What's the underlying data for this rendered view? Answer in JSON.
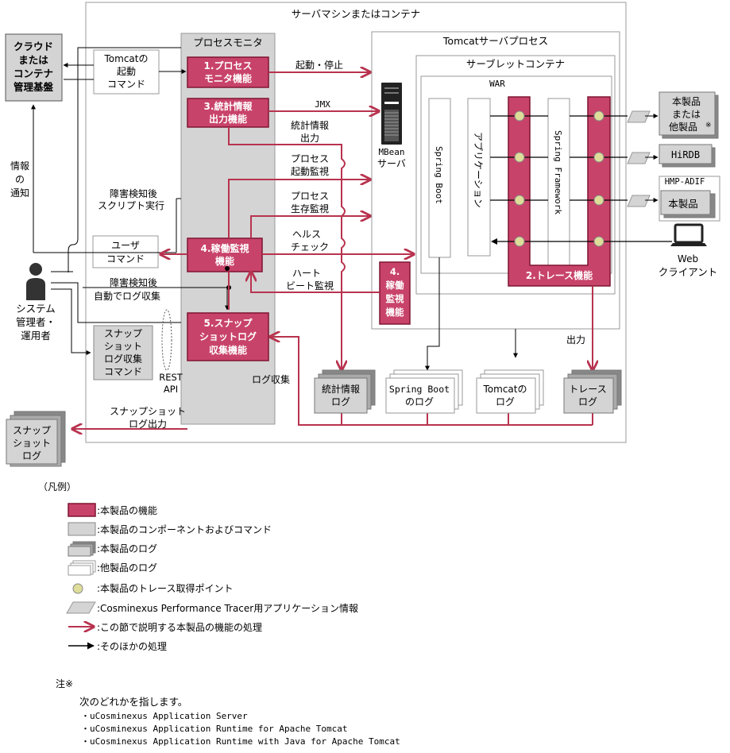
{
  "labels": {
    "server_machine": "サーバマシンまたはコンテナ",
    "cloud_l1": "クラウド",
    "cloud_l2": "または",
    "cloud_l3": "コンテナ",
    "cloud_l4": "管理基盤",
    "tomcat_start_l1": "Tomcatの",
    "tomcat_start_l2": "起動",
    "tomcat_start_l3": "コマンド",
    "process_monitor": "プロセスモニタ",
    "pm_func_l1": "1.プロセス",
    "pm_func_l2": "モニタ機能",
    "stats_func_l1": "3.統計情報",
    "stats_func_l2": "出力機能",
    "monitor_func_l1": "4.稼働監視",
    "monitor_func_l2": "機能",
    "snapshot_func_l1": "5.スナップ",
    "snapshot_func_l2": "ショットログ",
    "snapshot_func_l3": "収集機能",
    "tomcat_server_process": "Tomcatサーバプロセス",
    "servlet_container": "サーブレットコンテナ",
    "war": "WAR",
    "spring_boot": "Spring Boot",
    "application": "アプリケーション",
    "spring_framework": "Spring Framework",
    "trace_func": "2.トレース機能",
    "mbean_l1": "MBean",
    "mbean_l2": "サーバ",
    "start_stop": "起動・停止",
    "jmx": "JMX",
    "stats_output_l1": "統計情報",
    "stats_output_l2": "出力",
    "process_start_mon_l1": "プロセス",
    "process_start_mon_l2": "起動監視",
    "process_alive_mon_l1": "プロセス",
    "process_alive_mon_l2": "生存監視",
    "health_l1": "ヘルス",
    "health_l2": "チェック",
    "heartbeat_l1": "ハート",
    "heartbeat_l2": "ビート監視",
    "monitor_small_l1": "4.",
    "monitor_small_l2": "稼働",
    "monitor_small_l3": "監視",
    "monitor_small_l4": "機能",
    "info_notice_l1": "情報",
    "info_notice_l2": "の",
    "info_notice_l3": "通知",
    "failure_script_l1": "障害検知後",
    "failure_script_l2": "スクリプト実行",
    "user_cmd_l1": "ユーザ",
    "user_cmd_l2": "コマンド",
    "failure_log_l1": "障害検知後",
    "failure_log_l2": "自動でログ収集",
    "admin_l1": "システム",
    "admin_l2": "管理者・",
    "admin_l3": "運用者",
    "snapcmd_l1": "スナップ",
    "snapcmd_l2": "ショット",
    "snapcmd_l3": "ログ収集",
    "snapcmd_l4": "コマンド",
    "rest_l1": "REST",
    "rest_l2": "API",
    "log_collect": "ログ収集",
    "stats_log_l1": "統計情報",
    "stats_log_l2": "ログ",
    "springboot_log_l1": "Spring Boot",
    "springboot_log_l2": "のログ",
    "tomcat_log_l1": "Tomcatの",
    "tomcat_log_l2": "ログ",
    "trace_log_l1": "トレース",
    "trace_log_l2": "ログ",
    "output": "出力",
    "snapout_l1": "スナップショット",
    "snapout_l2": "ログ出力",
    "snaplog_l1": "スナップ",
    "snaplog_l2": "ショット",
    "snaplog_l3": "ログ",
    "prod_other_l1": "本製品",
    "prod_other_l2": "または",
    "prod_other_l3": "他製品",
    "prod_other_mark": "※",
    "hirdb": "HiRDB",
    "hmp": "HMP-ADIF",
    "product": "本製品",
    "web_l1": "Web",
    "web_l2": "クライアント"
  },
  "legend": {
    "title": "（凡例）",
    "items": [
      {
        "type": "product-function",
        "text": ":本製品の機能"
      },
      {
        "type": "product-component",
        "text": ":本製品のコンポーネントおよびコマンド"
      },
      {
        "type": "product-log",
        "text": ":本製品のログ"
      },
      {
        "type": "other-log",
        "text": ":他製品のログ"
      },
      {
        "type": "trace-point",
        "text": ":本製品のトレース取得ポイント"
      },
      {
        "type": "cpt-info",
        "text": ":Cosminexus Performance Tracer用アプリケーション情報"
      },
      {
        "type": "red-arrow",
        "text": ":この節で説明する本製品の機能の処理"
      },
      {
        "type": "black-arrow",
        "text": ":そのほかの処理"
      }
    ]
  },
  "notes": {
    "title": "注※",
    "text": "次のどれかを指します。",
    "items": [
      "・uCosminexus Application Server",
      "・uCosminexus Application Runtime for Apache Tomcat",
      "・uCosminexus Application Runtime with Java for Apache Tomcat"
    ]
  },
  "colors": {
    "function_fill": "#c8436a",
    "function_border": "#7f1532",
    "component_fill": "#d4d4d4",
    "red_arrow": "#b8334f",
    "trace_point": "#dedd9a"
  }
}
